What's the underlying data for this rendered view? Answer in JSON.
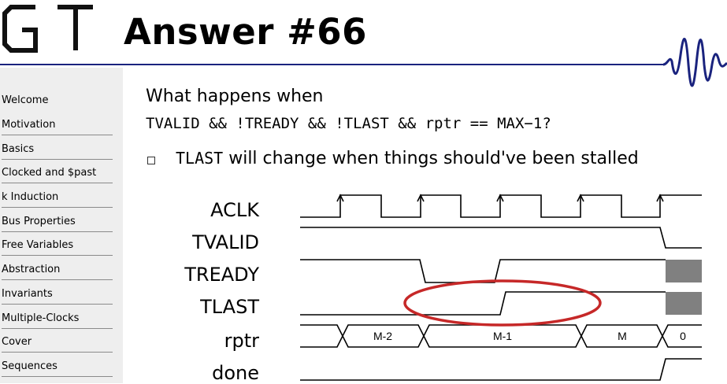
{
  "header": {
    "title": "Answer #66"
  },
  "sidebar": {
    "items": [
      {
        "label": "Welcome"
      },
      {
        "label": "Motivation"
      },
      {
        "label": "Basics"
      },
      {
        "label": "Clocked and $past"
      },
      {
        "label": "k Induction"
      },
      {
        "label": "Bus Properties"
      },
      {
        "label": "Free Variables"
      },
      {
        "label": "Abstraction"
      },
      {
        "label": "Invariants"
      },
      {
        "label": "Multiple-Clocks"
      },
      {
        "label": "Cover"
      },
      {
        "label": "Sequences"
      }
    ]
  },
  "content": {
    "question_line1": "What happens when",
    "question_line2": "TVALID && !TREADY && !TLAST && rptr == MAX−1?",
    "bullet_code": "TLAST",
    "bullet_rest": " will change when things should've been stalled"
  },
  "timing": {
    "signals": [
      "ACLK",
      "TVALID",
      "TREADY",
      "TLAST",
      "rptr",
      "done"
    ],
    "rptr_values": [
      "M-2",
      "M-1",
      "M",
      "0"
    ]
  },
  "colors": {
    "accent": "#1a237e",
    "highlight": "#c62828",
    "shade": "#808080"
  }
}
